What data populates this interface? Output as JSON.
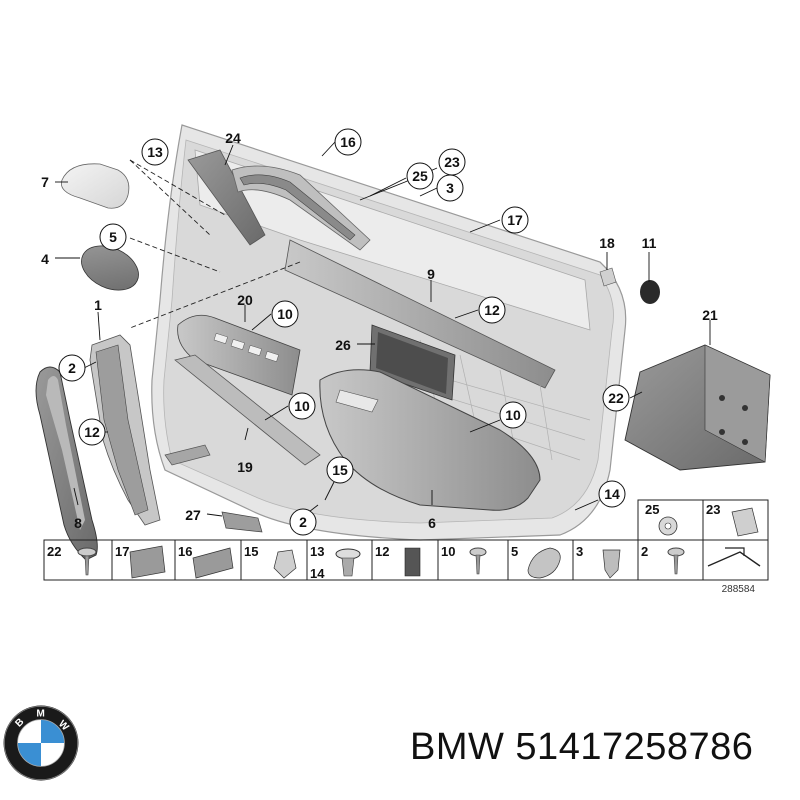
{
  "callouts": [
    {
      "id": "c13a",
      "label": "13",
      "circle": true
    },
    {
      "id": "c24",
      "label": "24",
      "circle": false
    },
    {
      "id": "c16a",
      "label": "16",
      "circle": true
    },
    {
      "id": "c7",
      "label": "7",
      "circle": false
    },
    {
      "id": "c23a",
      "label": "23",
      "circle": true
    },
    {
      "id": "c25a",
      "label": "25",
      "circle": true
    },
    {
      "id": "c3a",
      "label": "3",
      "circle": true
    },
    {
      "id": "c17a",
      "label": "17",
      "circle": true
    },
    {
      "id": "c5a",
      "label": "5",
      "circle": true
    },
    {
      "id": "c4",
      "label": "4",
      "circle": false
    },
    {
      "id": "c18",
      "label": "18",
      "circle": false
    },
    {
      "id": "c11",
      "label": "11",
      "circle": false
    },
    {
      "id": "c9",
      "label": "9",
      "circle": false
    },
    {
      "id": "c1",
      "label": "1",
      "circle": false
    },
    {
      "id": "c20",
      "label": "20",
      "circle": false
    },
    {
      "id": "c10a",
      "label": "10",
      "circle": true
    },
    {
      "id": "c12a",
      "label": "12",
      "circle": true
    },
    {
      "id": "c21",
      "label": "21",
      "circle": false
    },
    {
      "id": "c2a",
      "label": "2",
      "circle": true
    },
    {
      "id": "c26",
      "label": "26",
      "circle": false
    },
    {
      "id": "c22a",
      "label": "22",
      "circle": true
    },
    {
      "id": "c10b",
      "label": "10",
      "circle": true
    },
    {
      "id": "c12b",
      "label": "12",
      "circle": true
    },
    {
      "id": "c10c",
      "label": "10",
      "circle": true
    },
    {
      "id": "c19",
      "label": "19",
      "circle": false
    },
    {
      "id": "c15a",
      "label": "15",
      "circle": true
    },
    {
      "id": "c14a",
      "label": "14",
      "circle": true
    },
    {
      "id": "c8",
      "label": "8",
      "circle": false
    },
    {
      "id": "c27",
      "label": "27",
      "circle": false
    },
    {
      "id": "c2b",
      "label": "2",
      "circle": true
    },
    {
      "id": "c6",
      "label": "6",
      "circle": false
    }
  ],
  "legend_top": [
    "25",
    "23"
  ],
  "legend_bottom": [
    "22",
    "17",
    "16",
    "15",
    "13",
    "12",
    "10",
    "5",
    "3",
    "2"
  ],
  "legend_extra": "14",
  "image_code": "288584",
  "brand": {
    "text": "BMW 51417258786"
  }
}
